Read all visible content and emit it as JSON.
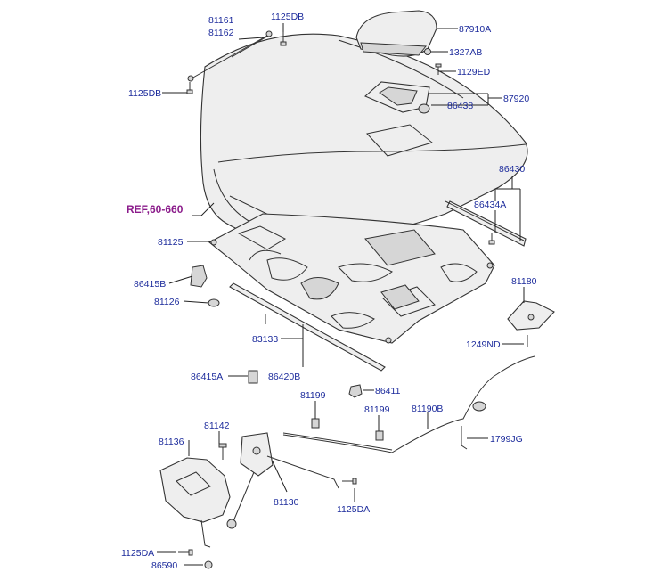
{
  "diagram": {
    "reference": "REF,60-660",
    "part_labels": {
      "p81161": "81161",
      "p81162": "81162",
      "p1125DB_top": "1125DB",
      "p87910A": "87910A",
      "p1327AB": "1327AB",
      "p1129ED": "1129ED",
      "p1125DB_left": "1125DB",
      "p87920": "87920",
      "p86438": "86438",
      "p86430": "86430",
      "p86434A": "86434A",
      "p81125": "81125",
      "p86415B": "86415B",
      "p81126": "81126",
      "p81180": "81180",
      "p83133": "83133",
      "p1249ND": "1249ND",
      "p86415A": "86415A",
      "p86420B": "86420B",
      "p86411": "86411",
      "p81199_a": "81199",
      "p81199_b": "81199",
      "p81190B": "81190B",
      "p81142": "81142",
      "p81136": "81136",
      "p1799JG": "1799JG",
      "p81130": "81130",
      "p1125DA_right": "1125DA",
      "p1125DA_left": "1125DA",
      "p86590": "86590"
    }
  },
  "colors": {
    "label": "#1c2b9c",
    "reference": "#8b1c8b",
    "line": "#222222"
  }
}
